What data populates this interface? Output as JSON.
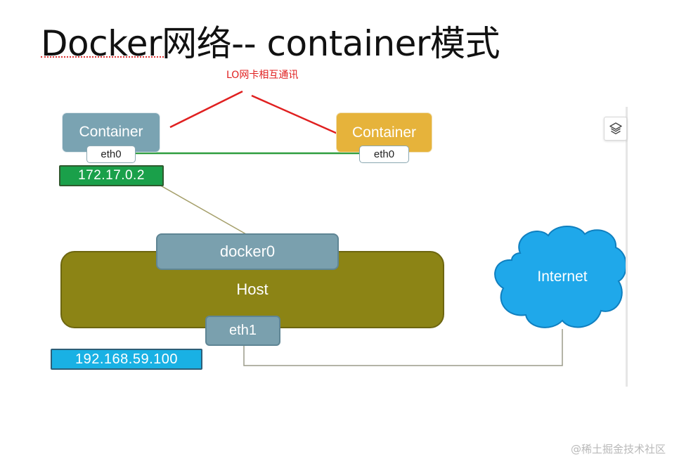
{
  "title": "Docker网络-- container模式",
  "annotation": "LO网卡相互通讯",
  "container_left": {
    "label": "Container",
    "iface": "eth0",
    "ip": "172.17.0.2"
  },
  "container_right": {
    "label": "Container",
    "iface": "eth0"
  },
  "host": {
    "label": "Host",
    "bridge": "docker0",
    "iface": "eth1",
    "ip": "192.168.59.100"
  },
  "internet": {
    "label": "Internet"
  },
  "toolbar": {
    "layers_icon": "layers-icon"
  },
  "watermark": "@稀土掘金技术社区",
  "colors": {
    "container_left": "#7aa3b2",
    "container_right": "#e6b33b",
    "host": "#8c8415",
    "ip_green": "#1aa04a",
    "ip_blue": "#19b1e4",
    "cloud": "#1fa8ea",
    "link_green": "#2f9e3f",
    "annotation_red": "#e02020"
  }
}
